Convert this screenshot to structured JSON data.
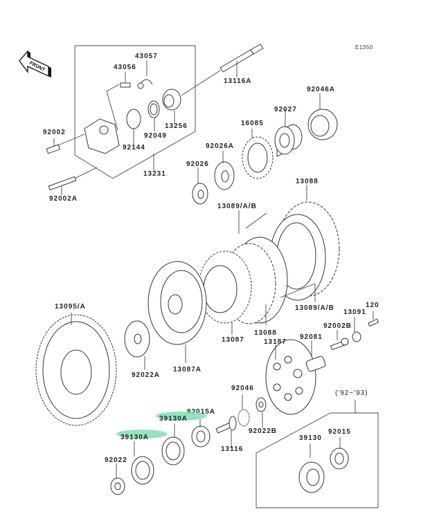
{
  "diagram": {
    "code": "E1350",
    "front_label": "FRONT",
    "highlight_color": "#7fe0b0",
    "labels": {
      "p43057": "43057",
      "p43056": "43056",
      "p13116A": "13116A",
      "p92046A": "92046A",
      "p92027": "92027",
      "p92002": "92002",
      "p92144": "92144",
      "p92049": "92049",
      "p13256": "13256",
      "p16085": "16085",
      "p92026A": "92026A",
      "p92026": "92026",
      "p13231": "13231",
      "p92002A": "92002A",
      "p13088_top": "13088",
      "p13089_top": "13089/A/B",
      "p13095": "13095/A",
      "p13089_bottom": "13089/A/B",
      "p120": "120",
      "p13091": "13091",
      "p92002B": "92002B",
      "p13088_bottom": "13088",
      "p13087": "13087",
      "p13187": "13187",
      "p92081": "92081",
      "p92022A": "92022A",
      "p13087A": "13087A",
      "p92046": "92046",
      "p92015A": "92015A",
      "p39130A_right": "39130A",
      "p39130A_left": "39130A",
      "p92022B": "92022B",
      "p13116": "13116",
      "p92022": "92022",
      "p39130": "39130",
      "p92015": "92015",
      "year_range": "('92~'93)"
    }
  }
}
